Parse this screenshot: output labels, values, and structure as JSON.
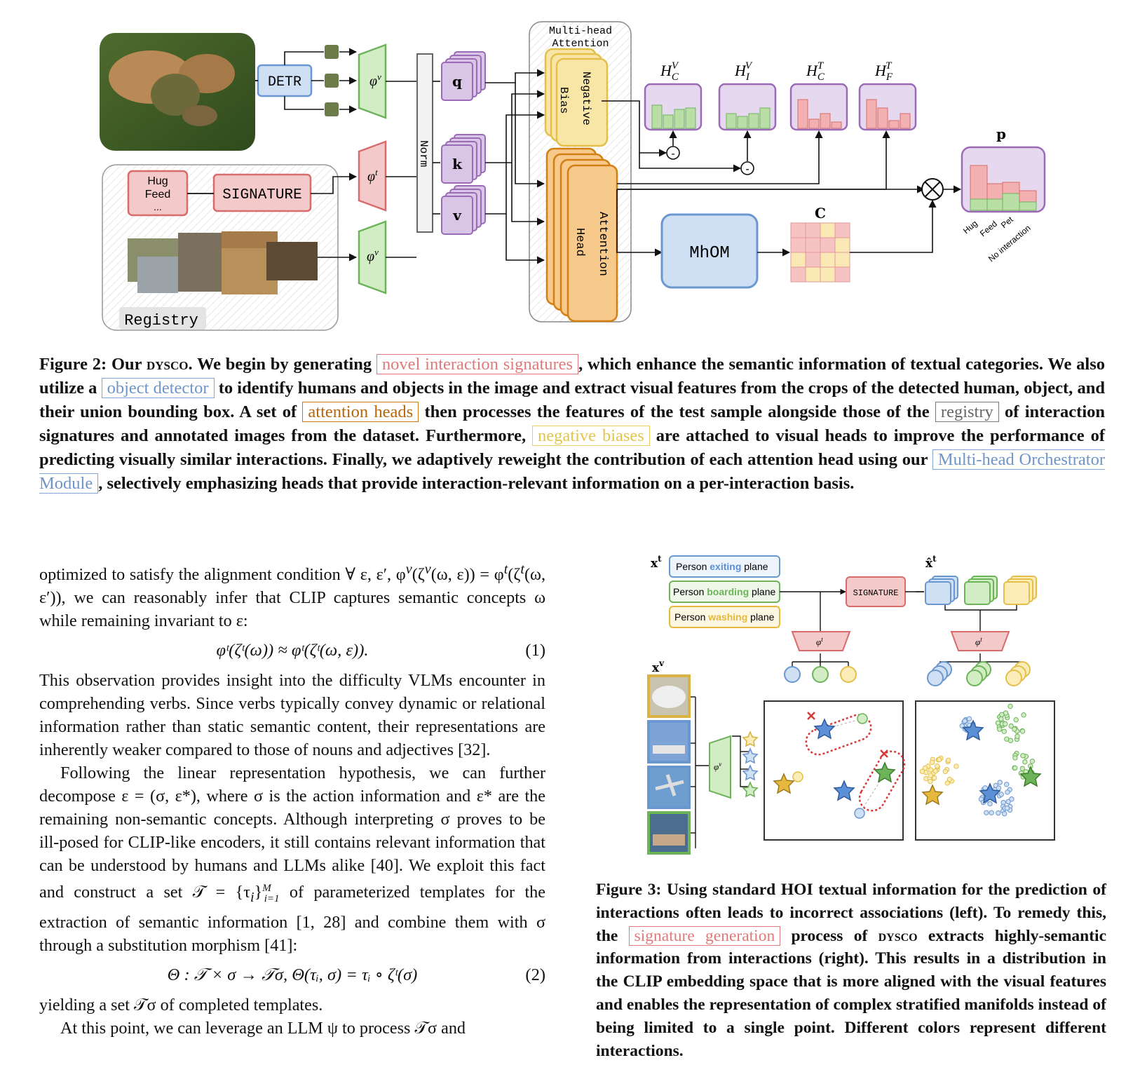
{
  "figure2": {
    "detr_label": "DETR",
    "signature_label": "SIGNATURE",
    "registry_label": "Registry",
    "registry_categories": [
      "Hug",
      "Feed",
      "..."
    ],
    "norm_label": "Norm",
    "q_label": "q",
    "k_label": "k",
    "v_label": "v",
    "phi_v": "φ",
    "phi_t": "φ",
    "sup_v": "v",
    "sup_t": "t",
    "mha_label_1": "Multi-head",
    "mha_label_2": "Attention",
    "negative_bias_label_1": "Negative",
    "negative_bias_label_2": "Bias",
    "attention_head_label_1": "Attention",
    "attention_head_label_2": "Head",
    "mhom_label": "MhOM",
    "c_label": "C",
    "p_label": "p",
    "minus": "-",
    "heads": [
      {
        "base": "H",
        "sub": "C",
        "sup": "V"
      },
      {
        "base": "H",
        "sub": "I",
        "sup": "V"
      },
      {
        "base": "H",
        "sub": "C",
        "sup": "T"
      },
      {
        "base": "H",
        "sub": "F",
        "sup": "T"
      }
    ],
    "p_categories": [
      "Hug",
      "Feed",
      "Pet",
      "No interaction"
    ],
    "colors": {
      "red": "#e8a0a0",
      "blue": "#b9d1ee",
      "green": "#b9dfa6",
      "purple": "#d9c5e6",
      "orange": "#f7c98a",
      "yellow": "#f8e6a7"
    }
  },
  "caption2": {
    "label": "Figure 2: Our ",
    "name": "dysco",
    "t1": ". We begin by generating ",
    "box_signatures": "novel interaction signatures",
    "t2": ", which enhance the semantic information of textual categories. We also utilize a ",
    "box_detector": "object detector",
    "t3": " to identify humans and objects in the image and extract visual features from the crops of the detected human, object, and their union bounding box. A set of ",
    "box_heads": "attention heads",
    "t4": " then processes the features of the test sample alongside those of the ",
    "box_registry": "registry",
    "t5": " of interaction signatures and annotated images from the dataset. Furthermore, ",
    "box_biases": "negative biases",
    "t6": " are attached to visual heads to improve the performance of predicting visually similar interactions. Finally, we adaptively reweight the contribution of each attention head using our ",
    "box_mhom": "Multi-head Orchestrator Module",
    "t7": ", selectively emphasizing heads that provide interaction-relevant information on a per-interaction basis."
  },
  "figure3": {
    "xt_label": "x",
    "xt_sup": "t",
    "xhat_label": "x̂",
    "xhat_sup": "t",
    "xv_label": "x",
    "xv_sup": "v",
    "prompts": [
      {
        "pre": "Person ",
        "verb": "exiting",
        "post": " plane",
        "color": "#5b8fd6"
      },
      {
        "pre": "Person ",
        "verb": "boarding",
        "post": " plane",
        "color": "#6db35a"
      },
      {
        "pre": "Person ",
        "verb": "washing",
        "post": " plane",
        "color": "#e6b93e"
      }
    ],
    "signature_label": "SIGNATURE",
    "phi_t": "φ",
    "phi_v": "φ",
    "sup_t": "t",
    "sup_v": "v"
  },
  "caption3": {
    "t1": "Figure 3: Using standard HOI textual information for the prediction of interactions often leads to incorrect associations (left). To remedy this, the ",
    "box": "signature generation",
    "t2": " process of ",
    "name": "dysco",
    "t3": " extracts highly-semantic information from interactions (right). This results in a distribution in the CLIP embedding space that is more aligned with the visual features and enables the representation of complex stratified manifolds instead of being limited to a single point. Different colors represent different interactions."
  },
  "body": {
    "p1_a": "optimized to satisfy the alignment condition ∀ ε, ε′,  φ",
    "p1_b": "(ζ",
    "p1_c": "(ω, ε)) = φ",
    "p1_d": "(ζ",
    "p1_e": "(ω, ε′)), we can reasonably infer that CLIP captures semantic concepts ω while remaining invariant to ε:",
    "eq1": "φᵗ(ζᵗ(ω)) ≈ φᵗ(ζᵗ(ω, ε)).",
    "eq1_num": "(1)",
    "p2": "This observation provides insight into the difficulty VLMs encounter in comprehending verbs. Since verbs typically convey dynamic or relational information rather than static semantic content, their representations are inherently weaker compared to those of nouns and adjectives [32].",
    "p3_a": "Following the linear representation hypothesis, we can further decompose ε = (σ, ε*), where σ is the action information and ε* are the remaining non-semantic concepts. Although interpreting σ proves to be ill-posed for CLIP-like encoders, it still contains relevant information that can be understood by humans and LLMs alike [40]. We exploit this fact and construct a set 𝒯 = {τ",
    "p3_b": "}",
    "p3_sub": "i=1",
    "p3_sup": "M",
    "p3_c": " of parameterized templates for the extraction of semantic information [1, 28] and combine them with σ through a substitution morphism [41]:",
    "eq2": "Θ : 𝒯 × σ → 𝒯σ,   Θ(τᵢ, σ) = τᵢ ∘ ζᵗ(σ)",
    "eq2_num": "(2)",
    "p4": "yielding a set 𝒯σ of completed templates.",
    "p5": "At this point, we can leverage an LLM ψ to process 𝒯σ and"
  }
}
